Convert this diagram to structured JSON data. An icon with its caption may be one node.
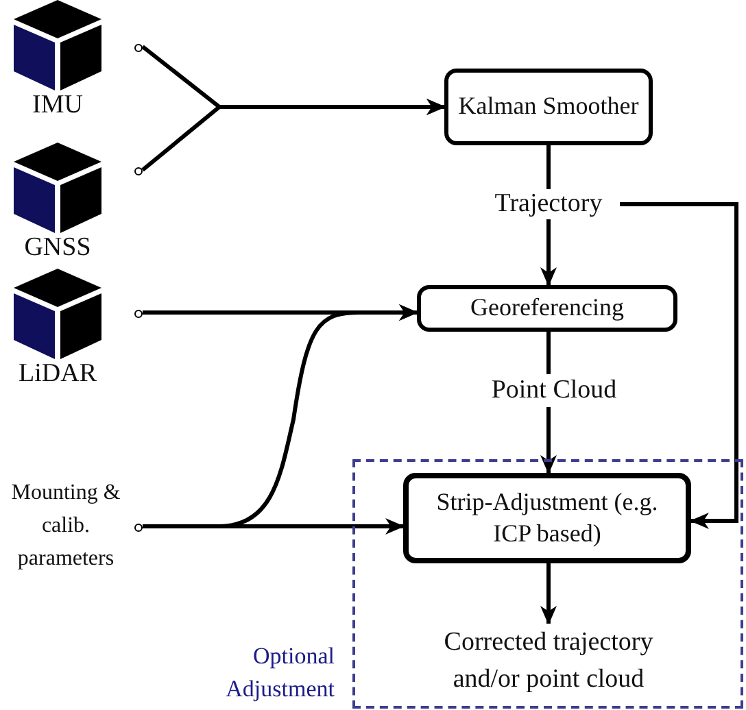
{
  "diagram": {
    "nodes": [
      {
        "text": [
          "IMU"
        ]
      },
      {
        "text": [
          "GNSS"
        ]
      },
      {
        "text": [
          "LiDAR"
        ]
      },
      {
        "text": [
          "Mounting & calib. parameters"
        ]
      },
      {
        "text": [
          "Kalman Smoother"
        ]
      },
      {
        "text": [
          "Trajectory"
        ]
      },
      {
        "text": [
          "Georeferencing"
        ]
      },
      {
        "text": [
          "Point Cloud"
        ]
      },
      {
        "text": [
          "Optional Adjustment"
        ]
      },
      {
        "text": [
          "Strip-Adjustment (e.g. ICP based)"
        ],
        "in": 8
      },
      {
        "text": [
          "Corrected trajectory and/or point cloud"
        ],
        "in": 8
      }
    ],
    "edges": [
      {
        "from": 0,
        "to": 4,
        "arrow": "to"
      },
      {
        "from": 1,
        "to": 4,
        "arrow": "to"
      },
      {
        "from": 4,
        "to": 5,
        "arrow": "none"
      },
      {
        "from": 5,
        "to": 6,
        "arrow": "to"
      },
      {
        "from": 5,
        "to": 9,
        "arrow": "to"
      },
      {
        "from": 2,
        "to": 6,
        "arrow": "to"
      },
      {
        "from": 3,
        "to": 6,
        "arrow": "to"
      },
      {
        "from": 3,
        "to": 9,
        "arrow": "to"
      },
      {
        "from": 6,
        "to": 7,
        "arrow": "none"
      },
      {
        "from": 7,
        "to": 9,
        "arrow": "to"
      },
      {
        "from": 9,
        "to": 10,
        "arrow": "to"
      }
    ]
  }
}
